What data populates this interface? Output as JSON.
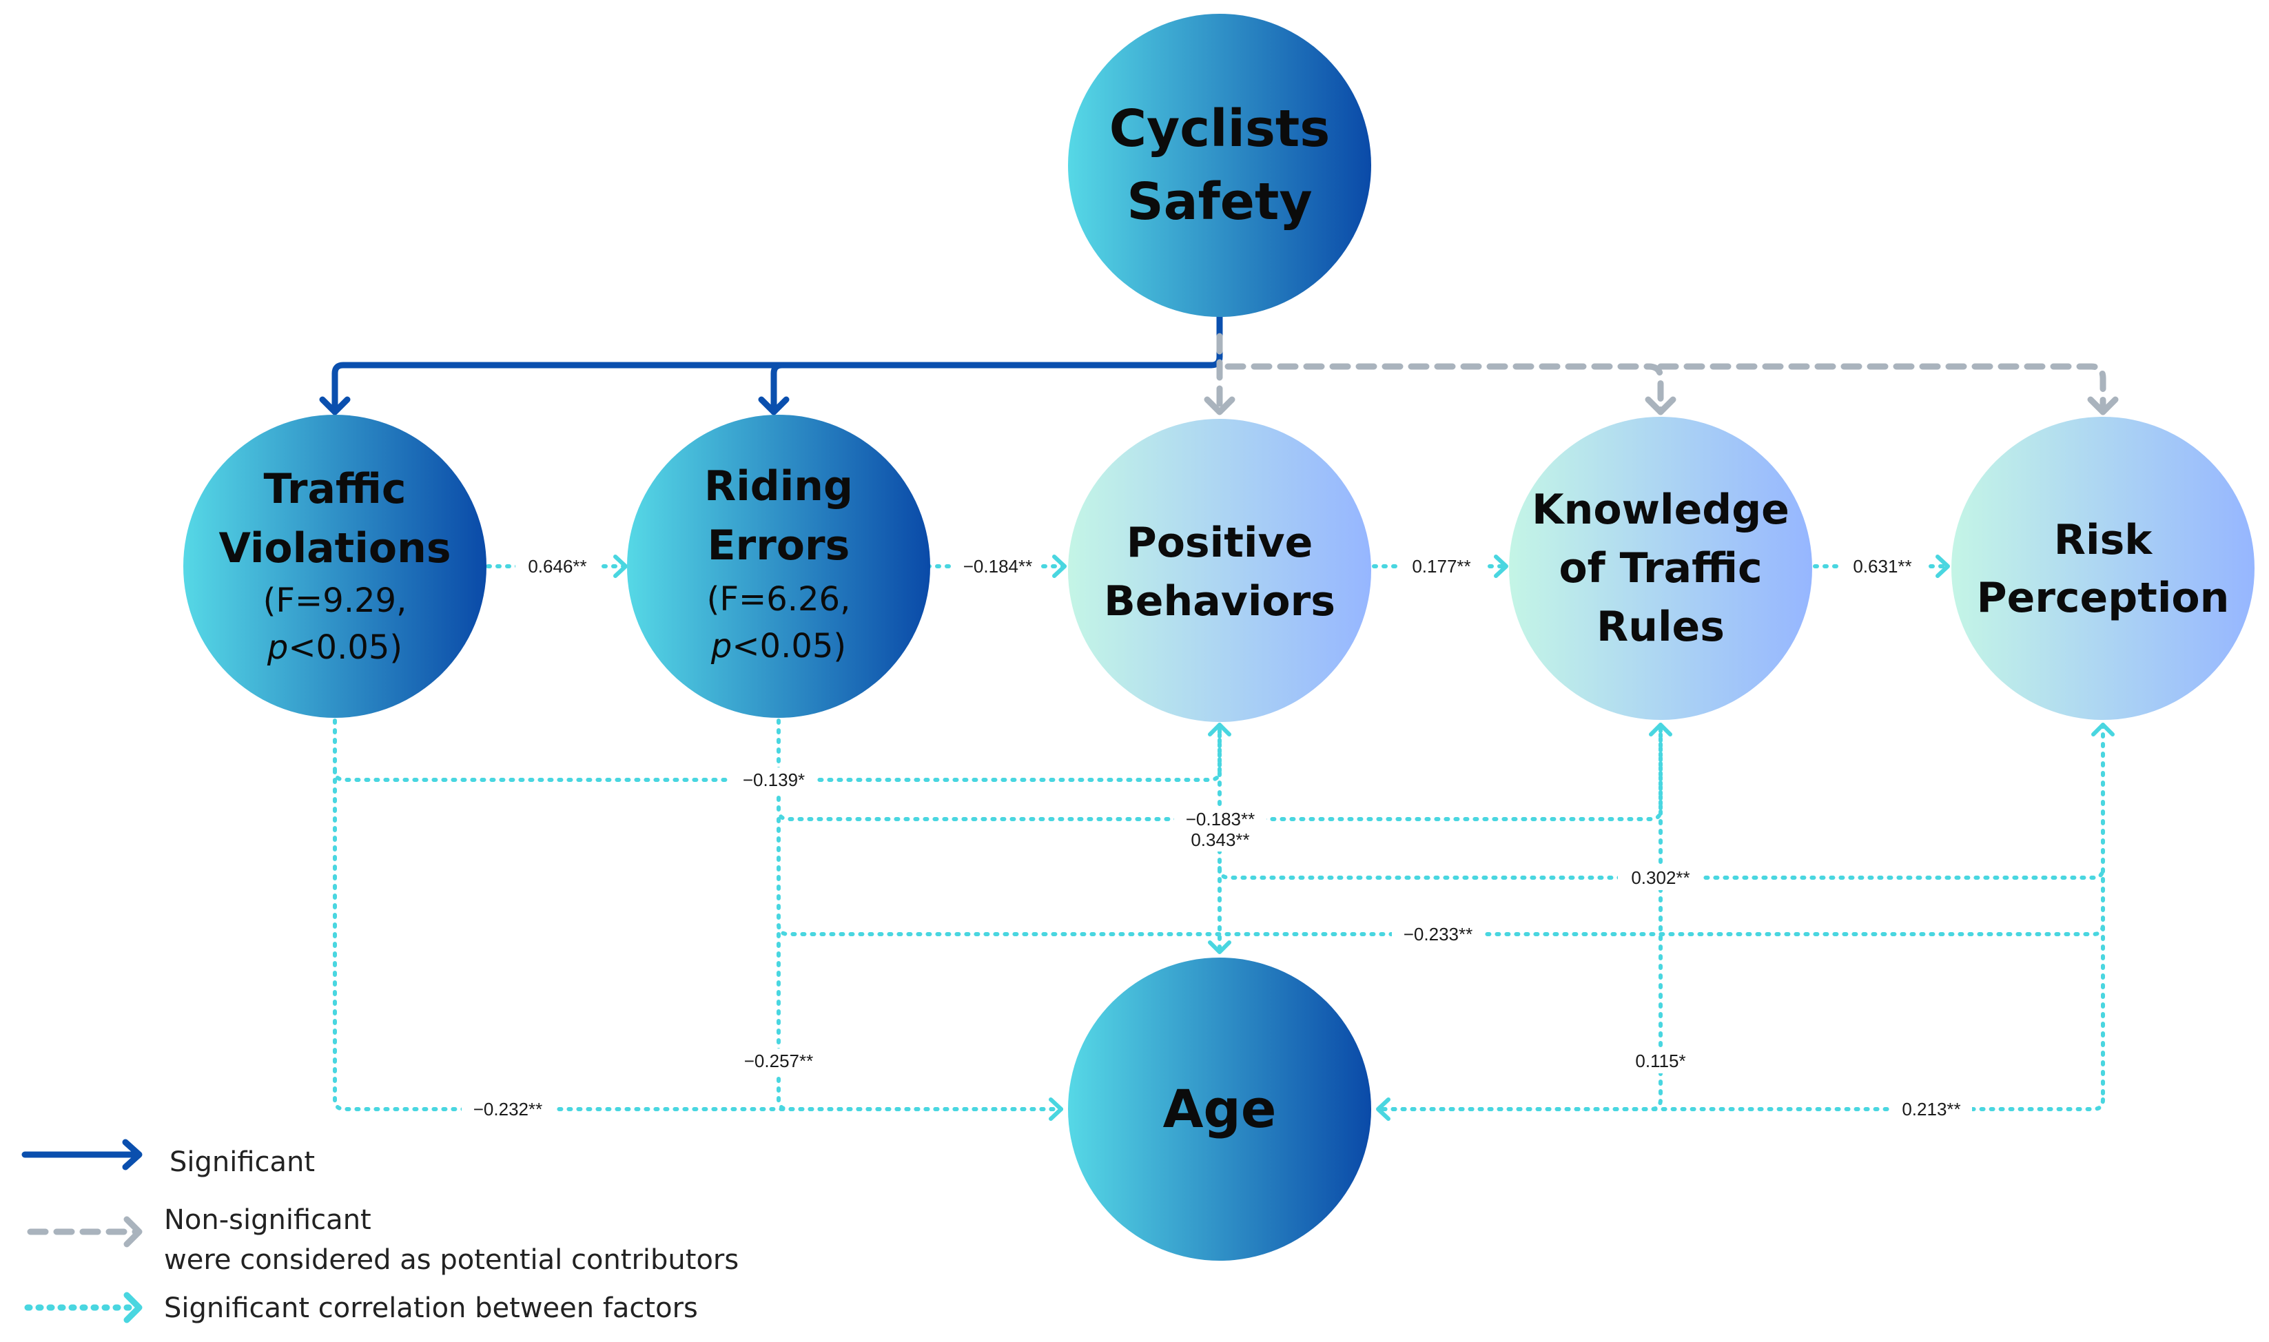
{
  "colors": {
    "significant": "#0a4fae",
    "non_significant": "#a9b3bd",
    "correlation": "#49d6e0",
    "dark_node_start": "#56d8e6",
    "dark_node_end": "#0a4aa8",
    "light_node_start": "#c4f5e6",
    "light_node_end": "#96b6ff",
    "text": "#0b0b0b"
  },
  "nodes": {
    "safety": {
      "line1": "Cyclists",
      "line2": "Safety"
    },
    "violations": {
      "line1": "Traffic",
      "line2": "Violations",
      "stat": "(F=9.29,",
      "p_symbol": "p",
      "p_value": "<0.05)"
    },
    "errors": {
      "line1": "Riding",
      "line2": "Errors",
      "stat": "(F=6.26,",
      "p_symbol": "p",
      "p_value": "<0.05)"
    },
    "positive": {
      "line1": "Positive",
      "line2": "Behaviors"
    },
    "knowledge": {
      "line1": "Knowledge",
      "line2": "of Traffic",
      "line3": "Rules"
    },
    "risk": {
      "line1": "Risk",
      "line2": "Perception"
    },
    "age": {
      "label": "Age"
    }
  },
  "coefficients": {
    "violations_errors": "0.646**",
    "errors_positive": "−0.184**",
    "positive_knowledge": "0.177**",
    "knowledge_risk": "0.631**",
    "violations_positive": "−0.139*",
    "errors_knowledge": "−0.183**",
    "positive_age": "0.343**",
    "positive_risk": "0.302**",
    "errors_risk": "−0.233**",
    "errors_age": "−0.257**",
    "knowledge_age": "0.115*",
    "violations_age": "−0.232**",
    "risk_age": "0.213**"
  },
  "legend": {
    "significant": "Significant",
    "non_significant_line1": "Non-significant",
    "non_significant_line2": "were considered as potential contributors",
    "correlation": "Significant correlation between factors"
  }
}
